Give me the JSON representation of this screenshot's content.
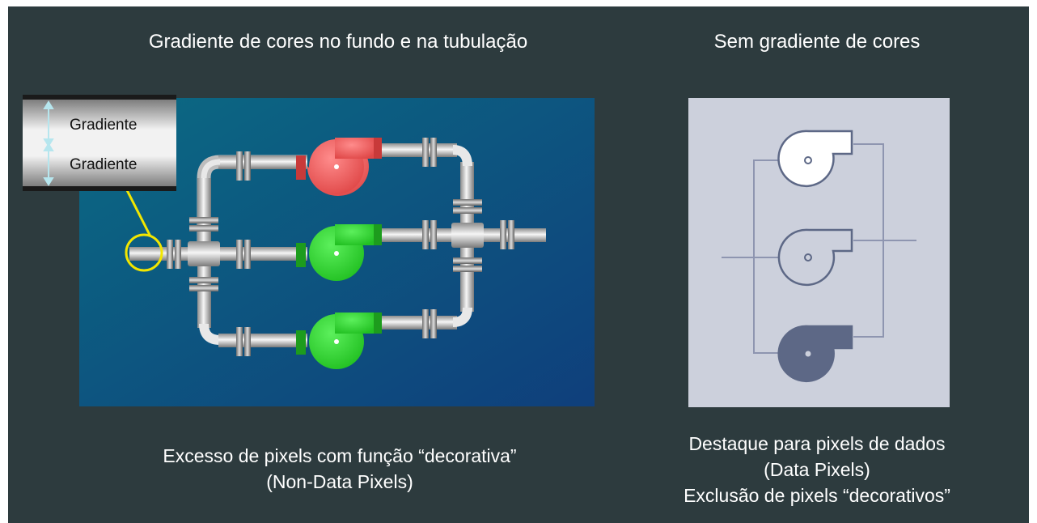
{
  "left": {
    "title": "Gradiente de cores no fundo e na tubulação",
    "callout_labels": [
      "Gradiente",
      "Gradiente"
    ],
    "caption_line1": "Excesso de pixels com função “decorativa”",
    "caption_line2": "(Non-Data Pixels)"
  },
  "right": {
    "title": "Sem gradiente de cores",
    "caption_line1": "Destaque para pixels de dados",
    "caption_line2": "(Data Pixels)",
    "caption_line3": "Exclusão de pixels “decorativos”"
  },
  "colors": {
    "background": "#2d3b3e",
    "left_panel": "#0e4f7a",
    "right_panel": "#ccd0dc",
    "pump_red": "#f06060",
    "pump_green": "#3ad43a",
    "pump_dark": "#5d6886",
    "callout_yellow": "#f2e600"
  }
}
